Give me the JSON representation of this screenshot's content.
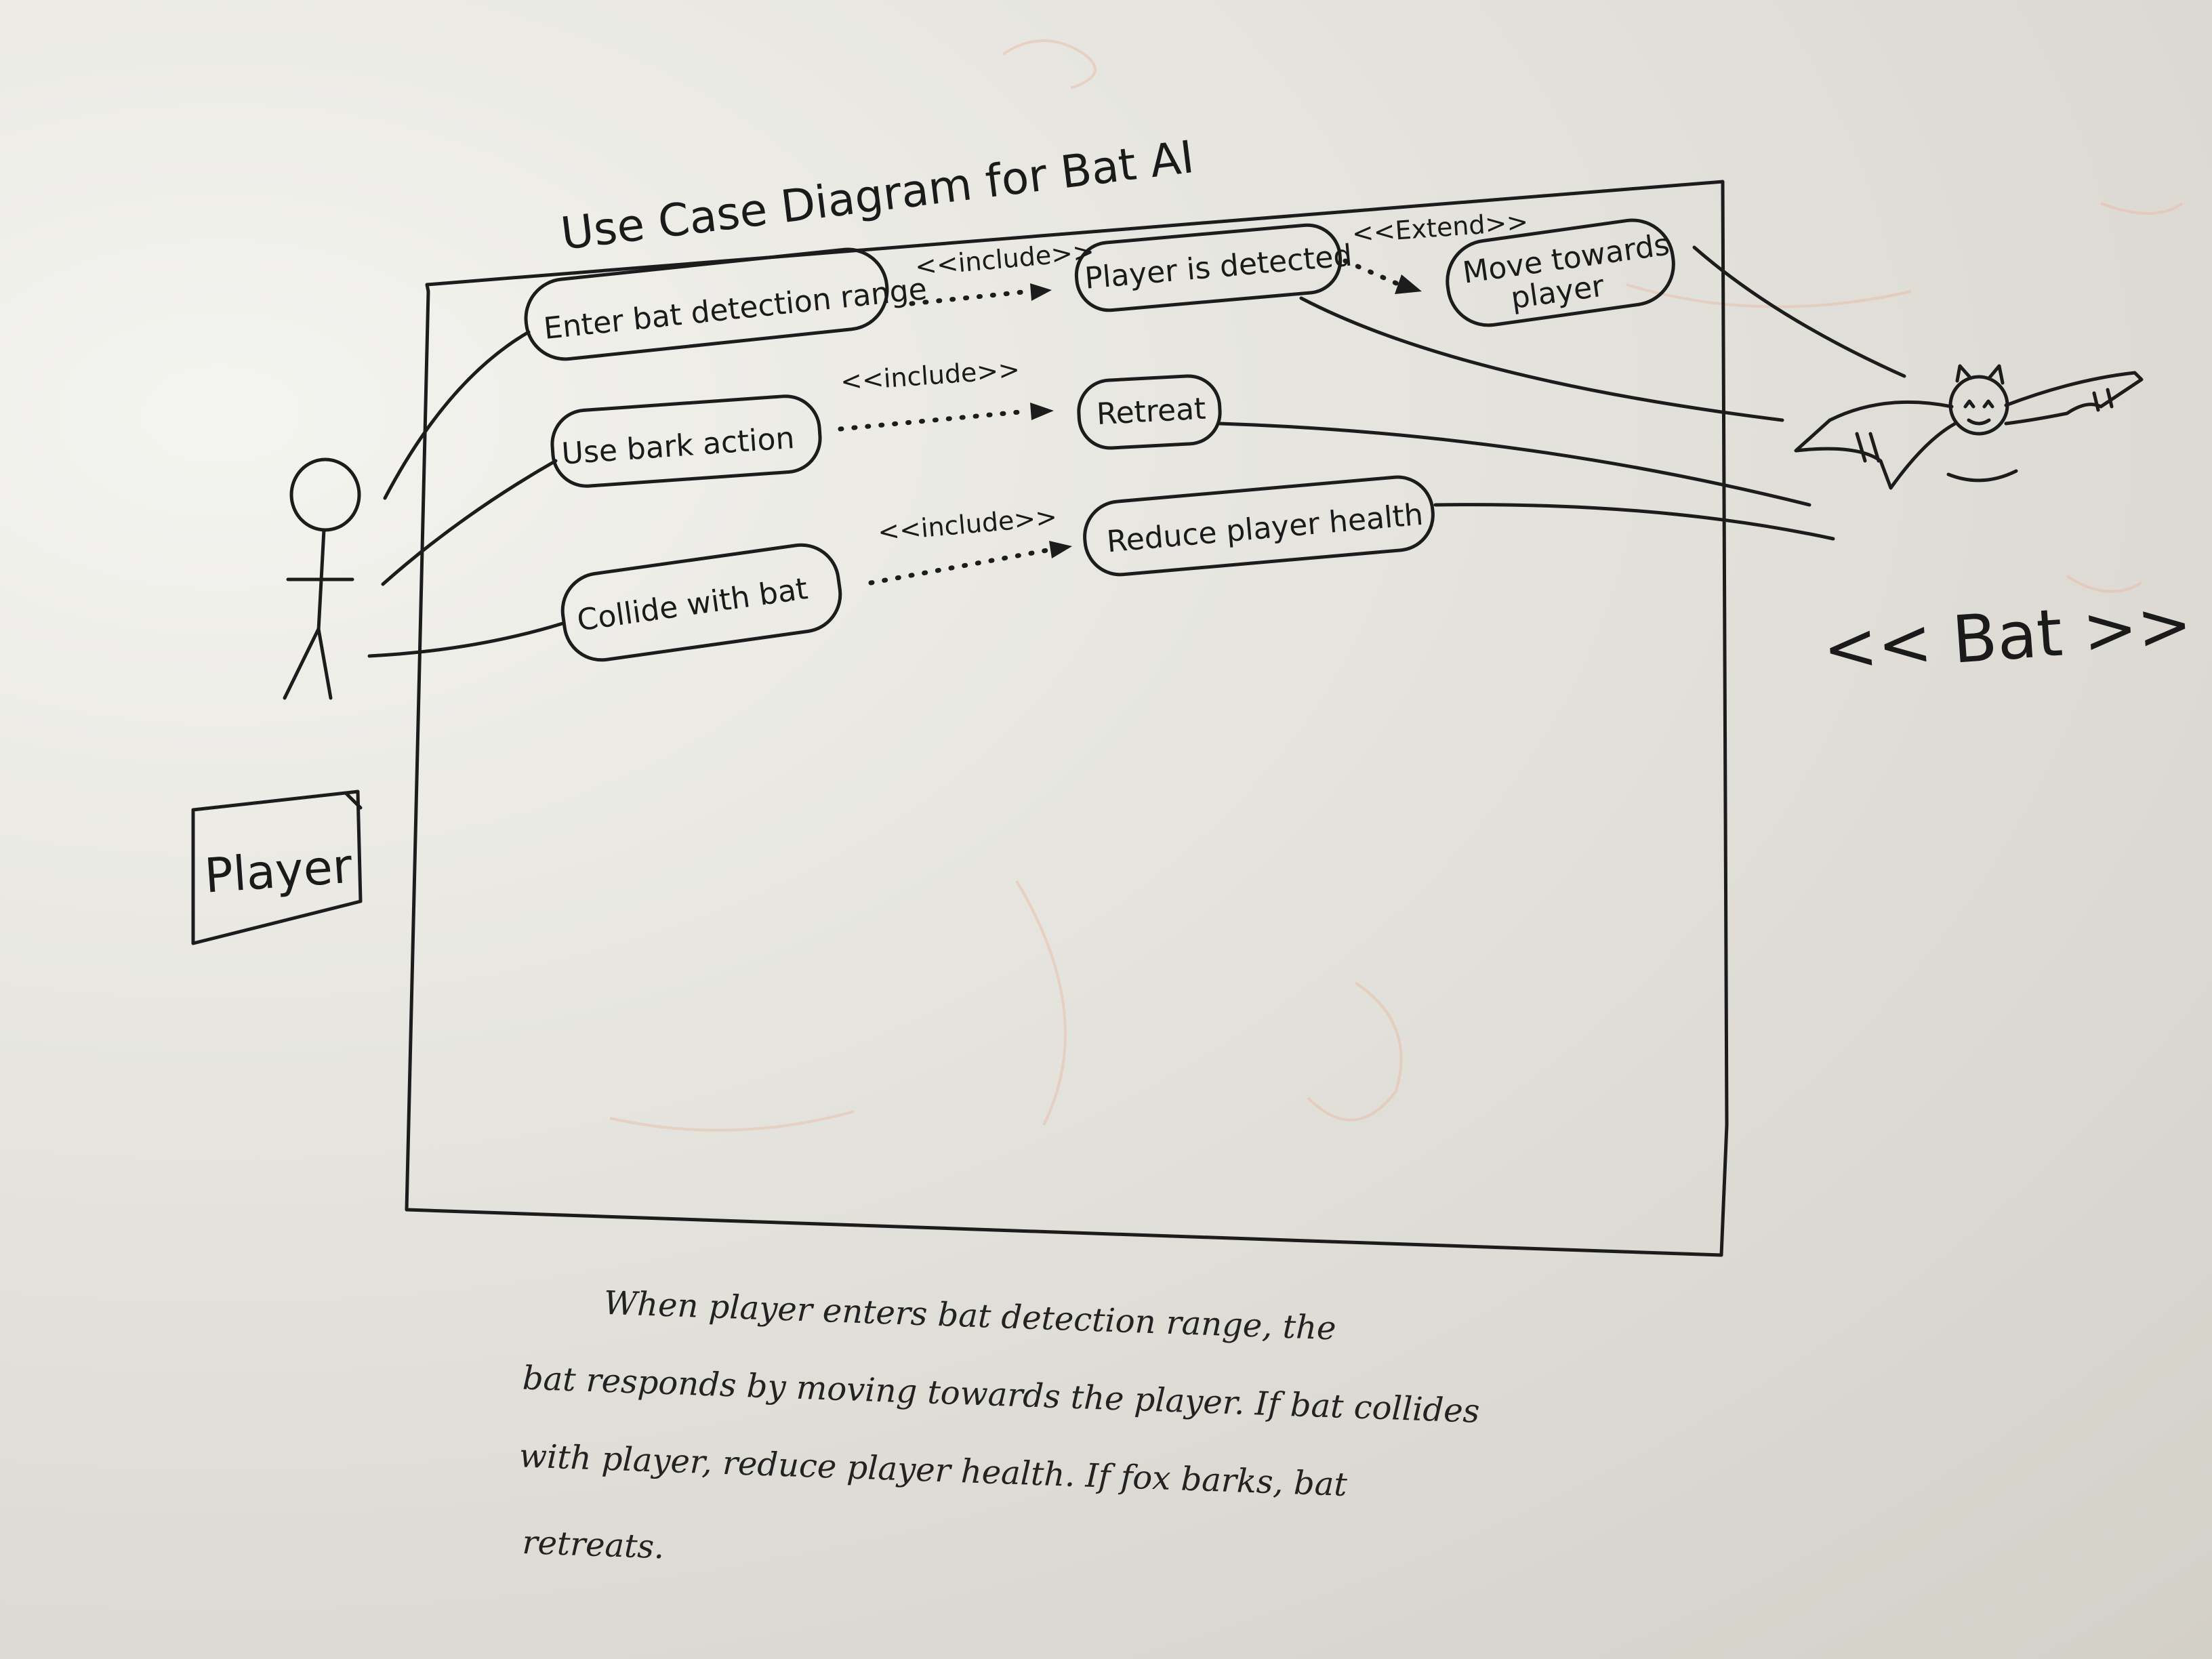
{
  "title": "Use Case Diagram for Bat AI",
  "actors": {
    "player": "Player",
    "bat": "<< Bat >>"
  },
  "use_cases": [
    {
      "id": "uc1",
      "label": "Enter bat detection range"
    },
    {
      "id": "uc2",
      "label": "Player is detected"
    },
    {
      "id": "uc3",
      "label": "Move towards"
    },
    {
      "id": "uc3b",
      "label": "player"
    },
    {
      "id": "uc4",
      "label": "Use bark action"
    },
    {
      "id": "uc5",
      "label": "Retreat"
    },
    {
      "id": "uc6",
      "label": "Collide with bat"
    },
    {
      "id": "uc7",
      "label": "Reduce player health"
    }
  ],
  "relations": [
    {
      "label": "<<include>>"
    },
    {
      "label": "<<Extend>>"
    },
    {
      "label": "<<include>>"
    },
    {
      "label": "<<include>>"
    }
  ],
  "note": {
    "line1": "When player enters bat detection range, the",
    "line2": "bat responds by moving towards the player. If bat collides",
    "line3": "with player, reduce player health. If fox barks, bat",
    "line4": "retreats."
  }
}
